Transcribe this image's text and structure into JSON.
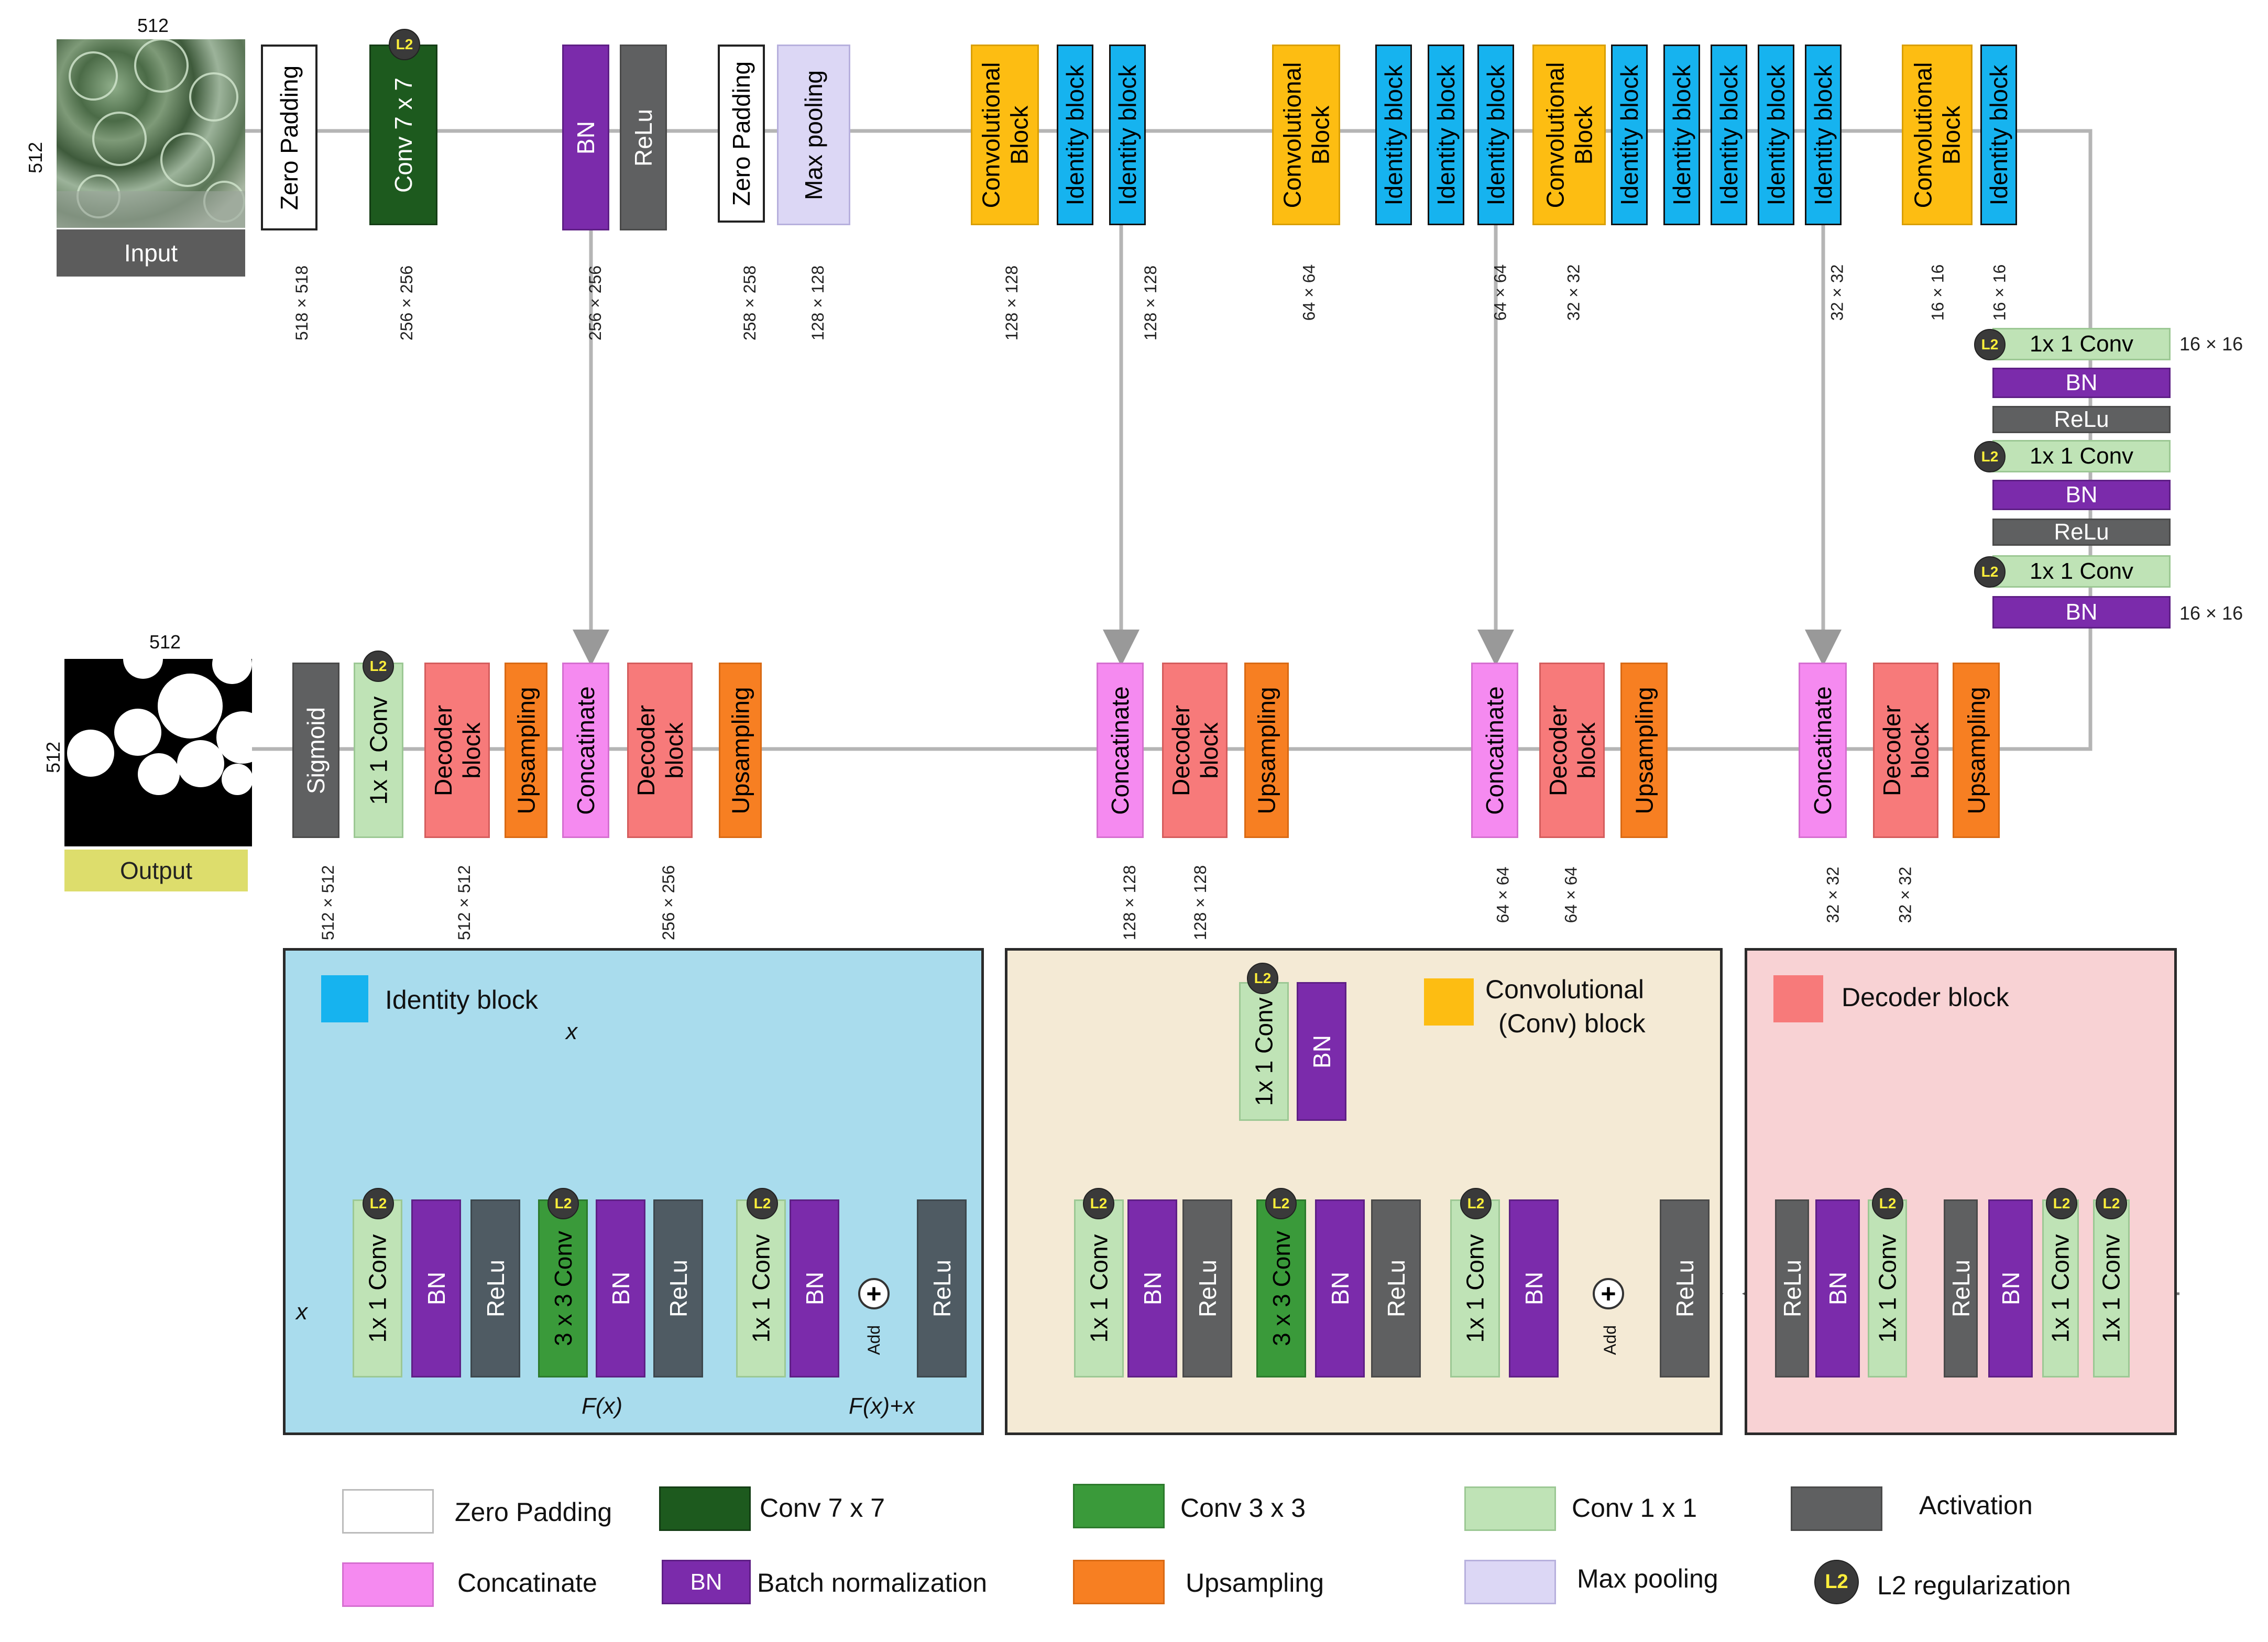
{
  "input": {
    "label": "Input",
    "width": "512",
    "height": "512"
  },
  "output": {
    "label": "Output",
    "width": "512",
    "height": "512"
  },
  "encoder": [
    {
      "label": "Zero Padding",
      "dim": "518 × 518"
    },
    {
      "label": "Conv 7 x 7",
      "dim": "256 × 256"
    },
    {
      "label": "BN",
      "dim": "256 × 256"
    },
    {
      "label": "ReLu"
    },
    {
      "label": "Zero Padding",
      "dim": "258 × 258"
    },
    {
      "label": "Max pooling",
      "dim": "128 × 128"
    },
    {
      "label": "Convolutional\nBlock",
      "dim": "128 × 128"
    },
    {
      "label": "Identity block"
    },
    {
      "label": "Identity block",
      "dim": "128 × 128"
    },
    {
      "label": "Convolutional\nBlock",
      "dim": "64 × 64"
    },
    {
      "label": "Identity block"
    },
    {
      "label": "Identity block"
    },
    {
      "label": "Identity block",
      "dim": "64 × 64"
    },
    {
      "label": "Convolutional\nBlock",
      "dim": "32 × 32"
    },
    {
      "label": "Identity block"
    },
    {
      "label": "Identity block"
    },
    {
      "label": "Identity block"
    },
    {
      "label": "Identity block"
    },
    {
      "label": "Identity block",
      "dim": "32 × 32"
    },
    {
      "label": "Convolutional\nBlock",
      "dim": "16 × 16"
    },
    {
      "label": "Identity block",
      "dim": "16 × 16"
    }
  ],
  "bridge": [
    {
      "label": "1x 1 Conv",
      "dim": "16 × 16"
    },
    {
      "label": "BN"
    },
    {
      "label": "ReLu"
    },
    {
      "label": "1x 1 Conv"
    },
    {
      "label": "BN"
    },
    {
      "label": "ReLu"
    },
    {
      "label": "1x 1 Conv"
    },
    {
      "label": "BN",
      "dim": "16 × 16"
    }
  ],
  "decoder": [
    {
      "label": "Sigmoid",
      "dim": "512 × 512"
    },
    {
      "label": "1x 1 Conv"
    },
    {
      "label": "Decoder\nblock",
      "dim": "512 × 512"
    },
    {
      "label": "Upsampling"
    },
    {
      "label": "Concatinate"
    },
    {
      "label": "Decoder\nblock",
      "dim": "256 × 256"
    },
    {
      "label": "Upsampling"
    },
    {
      "label": "Concatinate",
      "dim": "128 × 128"
    },
    {
      "label": "Decoder\nblock",
      "dim": "128 × 128"
    },
    {
      "label": "Upsampling"
    },
    {
      "label": "Concatinate",
      "dim": "64 × 64"
    },
    {
      "label": "Decoder\nblock",
      "dim": "64 × 64"
    },
    {
      "label": "Upsampling"
    },
    {
      "label": "Concatinate",
      "dim": "32 × 32"
    },
    {
      "label": "Decoder\nblock",
      "dim": "32 × 32"
    },
    {
      "label": "Upsampling"
    }
  ],
  "l2_badge": "L2",
  "panels": {
    "identity": {
      "title": "Identity block",
      "x_top": "x",
      "x_left": "x",
      "fx": "F(x)",
      "fxx": "F(x)+x",
      "add": "Add",
      "blocks": [
        "1x 1 Conv",
        "BN",
        "ReLu",
        "3 x 3 Conv",
        "BN",
        "ReLu",
        "1x 1 Conv",
        "BN",
        "ReLu"
      ]
    },
    "conv": {
      "title_line1": "Convolutional",
      "title_line2": "(Conv) block",
      "add": "Add",
      "shortcut": [
        "1x 1 Conv",
        "BN"
      ],
      "blocks": [
        "1x 1 Conv",
        "BN",
        "ReLu",
        "3 x 3 Conv",
        "BN",
        "ReLu",
        "1x 1 Conv",
        "BN",
        "ReLu"
      ]
    },
    "decoder": {
      "title": "Decoder block",
      "blocks": [
        "ReLu",
        "BN",
        "1x 1 Conv",
        "ReLu",
        "BN",
        "1x 1 Conv",
        "1x 1 Conv"
      ]
    }
  },
  "legend": [
    {
      "label": "Zero Padding",
      "swatch": ""
    },
    {
      "label": "Conv 7 x 7",
      "swatch": ""
    },
    {
      "label": "Conv 3 x 3",
      "swatch": ""
    },
    {
      "label": "Conv 1 x 1",
      "swatch": ""
    },
    {
      "label": "Activation",
      "swatch": ""
    },
    {
      "label": "Concatinate",
      "swatch": ""
    },
    {
      "label": "Batch normalization",
      "swatch": "BN"
    },
    {
      "label": "Upsampling",
      "swatch": ""
    },
    {
      "label": "Max pooling",
      "swatch": ""
    },
    {
      "label": "L2 regularization",
      "swatch": "L2"
    }
  ],
  "colors": {
    "zero_padding": "#ffffff",
    "conv7": "#1d5a1e",
    "conv3": "#3a9a3a",
    "conv1": "#bfe3b6",
    "bn": "#7b2bab",
    "activation": "#5f6061",
    "concatenate": "#f58af0",
    "upsampling": "#f77f22",
    "max_pooling": "#dcd7f5",
    "conv_block": "#fdbd12",
    "identity_block": "#16b3ef",
    "decoder_block": "#f77a7a",
    "identity_panel_bg": "#a9dced",
    "conv_panel_bg": "#f4ead5",
    "decoder_panel_bg": "#f8d2d4"
  }
}
